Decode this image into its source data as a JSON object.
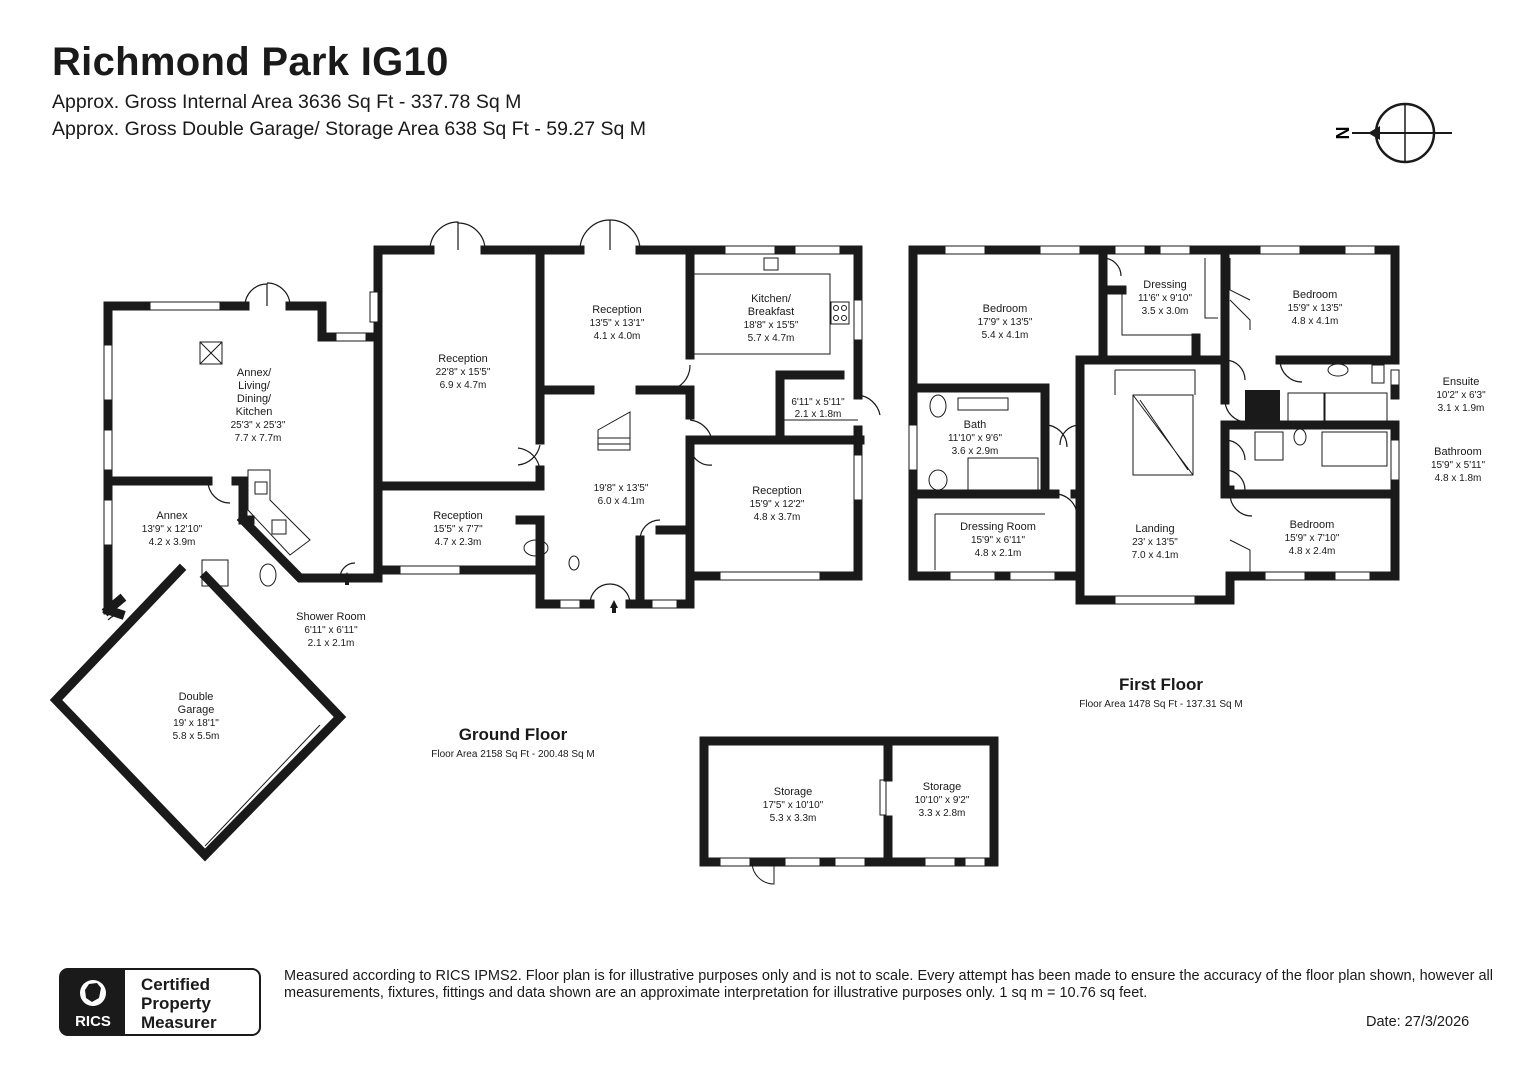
{
  "header": {
    "title": "Richmond Park IG10",
    "area_internal": "Approx. Gross Internal Area 3636 Sq Ft - 337.78 Sq M",
    "area_garage": "Approx. Gross Double Garage/ Storage Area 638 Sq Ft - 59.27 Sq M"
  },
  "compass": {
    "letter": "N",
    "icon": "north-arrow-icon"
  },
  "floors": {
    "ground": {
      "name": "Ground Floor",
      "area": "Floor Area 2158 Sq Ft - 200.48 Sq M"
    },
    "first": {
      "name": "First Floor",
      "area": "Floor Area 1478 Sq Ft - 137.31 Sq M"
    }
  },
  "rooms": {
    "annex_living": {
      "name_lines": [
        "Annex/",
        "Living/",
        "Dining/",
        "Kitchen"
      ],
      "imperial": "25'3\" x 25'3\"",
      "metric": "7.7 x 7.7m"
    },
    "annex": {
      "name": "Annex",
      "imperial": "13'9\" x 12'10\"",
      "metric": "4.2 x 3.9m"
    },
    "shower_room": {
      "name": "Shower Room",
      "imperial": "6'11\" x 6'11\"",
      "metric": "2.1 x 2.1m"
    },
    "double_garage": {
      "name_lines": [
        "Double",
        "Garage"
      ],
      "imperial": "19' x 18'1\"",
      "metric": "5.8 x 5.5m"
    },
    "reception_large": {
      "name": "Reception",
      "imperial": "22'8\" x 15'5\"",
      "metric": "6.9 x 4.7m"
    },
    "reception_small": {
      "name": "Reception",
      "imperial": "15'5\" x 7'7\"",
      "metric": "4.7 x 2.3m"
    },
    "reception_top": {
      "name": "Reception",
      "imperial": "13'5\" x 13'1\"",
      "metric": "4.1 x 4.0m"
    },
    "hall": {
      "imperial": "19'8\" x 13'5\"",
      "metric": "6.0 x 4.1m"
    },
    "kitchen": {
      "name_lines": [
        "Kitchen/",
        "Breakfast"
      ],
      "imperial": "18'8\" x 15'5\"",
      "metric": "5.7 x 4.7m"
    },
    "utility": {
      "imperial": "6'11\" x 5'11\"",
      "metric": "2.1 x 1.8m"
    },
    "reception_right": {
      "name": "Reception",
      "imperial": "15'9\" x 12'2\"",
      "metric": "4.8 x 3.7m"
    },
    "storage_left": {
      "name": "Storage",
      "imperial": "17'5\" x 10'10\"",
      "metric": "5.3 x 3.3m"
    },
    "storage_right": {
      "name": "Storage",
      "imperial": "10'10\" x 9'2\"",
      "metric": "3.3 x 2.8m"
    },
    "bedroom_1": {
      "name": "Bedroom",
      "imperial": "17'9\" x 13'5\"",
      "metric": "5.4 x 4.1m"
    },
    "dressing": {
      "name": "Dressing",
      "imperial": "11'6\" x 9'10\"",
      "metric": "3.5 x 3.0m"
    },
    "bedroom_2": {
      "name": "Bedroom",
      "imperial": "15'9\" x 13'5\"",
      "metric": "4.8 x 4.1m"
    },
    "ensuite": {
      "name": "Ensuite",
      "imperial": "10'2\" x 6'3\"",
      "metric": "3.1 x 1.9m"
    },
    "bath": {
      "name": "Bath",
      "imperial": "11'10\" x 9'6\"",
      "metric": "3.6 x 2.9m"
    },
    "bathroom": {
      "name": "Bathroom",
      "imperial": "15'9\" x 5'11\"",
      "metric": "4.8 x 1.8m"
    },
    "dressing_room": {
      "name": "Dressing Room",
      "imperial": "15'9\" x 6'11\"",
      "metric": "4.8 x 2.1m"
    },
    "landing": {
      "name": "Landing",
      "imperial": "23' x 13'5\"",
      "metric": "7.0 x 4.1m"
    },
    "bedroom_3": {
      "name": "Bedroom",
      "imperial": "15'9\" x 7'10\"",
      "metric": "4.8 x 2.4m"
    }
  },
  "footer": {
    "logo_text": "RICS",
    "badge_lines": [
      "Certified",
      "Property",
      "Measurer"
    ],
    "disclaimer": "Measured according to RICS IPMS2. Floor plan is for illustrative purposes only and is not to scale. Every attempt has been made to ensure the accuracy of the floor plan shown, however all measurements, fixtures, fittings and data shown are an approximate interpretation for illustrative purposes only. 1 sq m = 10.76 sq feet.",
    "date": "Date: 27/3/2026"
  }
}
